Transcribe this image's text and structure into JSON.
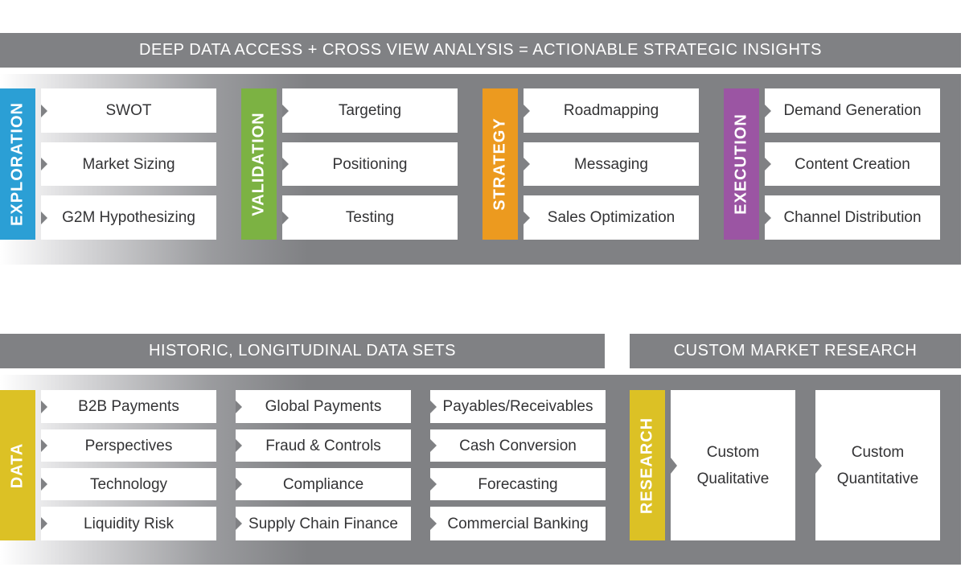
{
  "top_header": "DEEP DATA ACCESS + CROSS VIEW ANALYSIS = ACTIONABLE STRATEGIC INSIGHTS",
  "stages": [
    {
      "label": "EXPLORATION",
      "color": "#2b9fd5",
      "items": [
        "SWOT",
        "Market Sizing",
        "G2M Hypothesizing"
      ]
    },
    {
      "label": "VALIDATION",
      "color": "#7cb243",
      "items": [
        "Targeting",
        "Positioning",
        "Testing"
      ]
    },
    {
      "label": "STRATEGY",
      "color": "#ec9a1f",
      "items": [
        "Roadmapping",
        "Messaging",
        "Sales Optimization"
      ]
    },
    {
      "label": "EXECUTION",
      "color": "#9b55a3",
      "items": [
        "Demand Generation",
        "Content Creation",
        "Channel Distribution"
      ]
    }
  ],
  "data_header": "HISTORIC, LONGITUDINAL DATA SETS",
  "research_header": "CUSTOM MARKET RESEARCH",
  "data_section": {
    "label": "DATA",
    "color": "#dcc125",
    "columns": [
      [
        "B2B Payments",
        "Perspectives",
        "Technology",
        "Liquidity Risk"
      ],
      [
        "Global Payments",
        "Fraud & Controls",
        "Compliance",
        "Supply Chain Finance"
      ],
      [
        "Payables/Receivables",
        "Cash Conversion",
        "Forecasting",
        "Commercial Banking"
      ]
    ]
  },
  "research_section": {
    "label": "RESEARCH",
    "color": "#dcc125",
    "items": [
      {
        "line1": "Custom",
        "line2": "Qualitative"
      },
      {
        "line1": "Custom",
        "line2": "Quantitative"
      }
    ]
  },
  "colors": {
    "bar_gray": "#808184",
    "text_dark": "#333335"
  }
}
